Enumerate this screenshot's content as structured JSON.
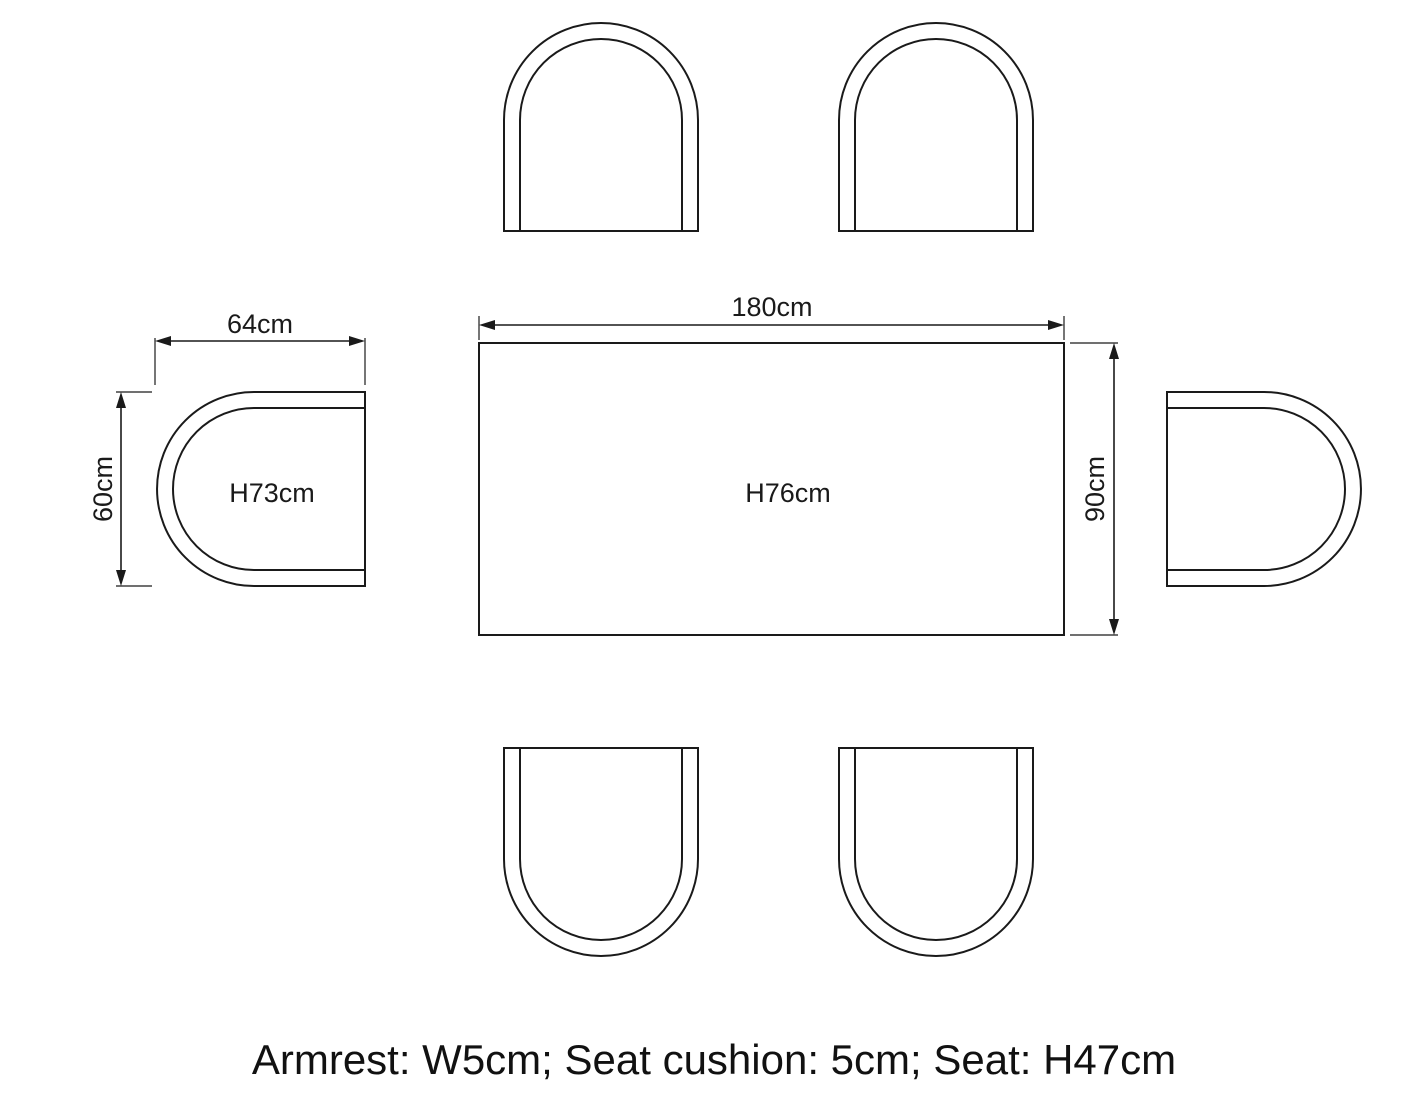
{
  "table": {
    "width_label": "180cm",
    "depth_label": "90cm",
    "height_label": "H76cm"
  },
  "chair": {
    "width_label": "64cm",
    "depth_label": "60cm",
    "height_label": "H73cm",
    "count": 6
  },
  "footnote": "Armrest: W5cm; Seat cushion: 5cm; Seat: H47cm",
  "colors": {
    "line": "#1a1a1a",
    "background": "#ffffff"
  }
}
